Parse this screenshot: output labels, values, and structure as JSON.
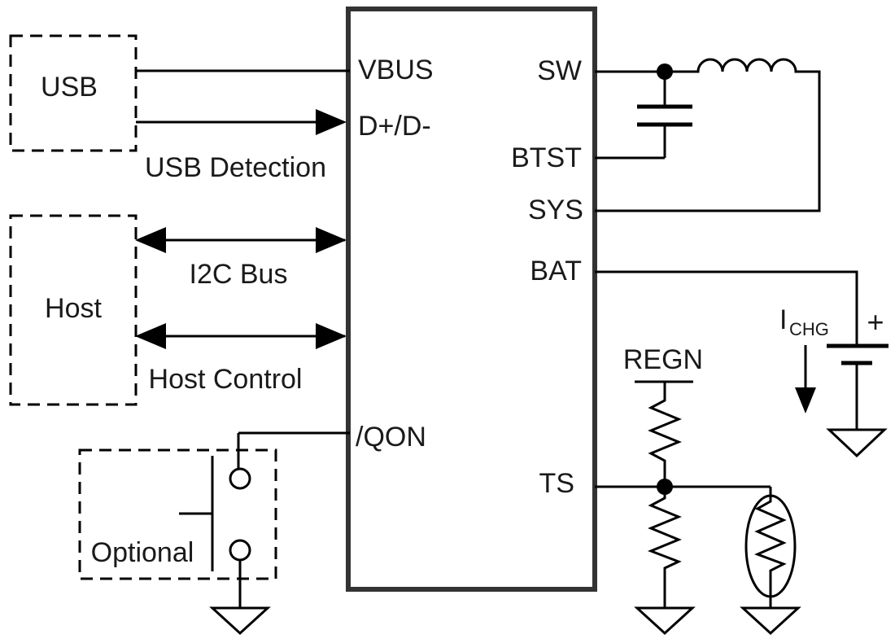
{
  "colors": {
    "background": "#ffffff",
    "wire": "#000000",
    "ic_border": "#333333",
    "text": "#1a1a1a"
  },
  "ic": {
    "left_pins": [
      {
        "label": "VBUS"
      },
      {
        "label": "D+/D-"
      },
      {
        "label": "/QON"
      }
    ],
    "right_pins": [
      {
        "label": "SW"
      },
      {
        "label": "BTST"
      },
      {
        "label": "SYS"
      },
      {
        "label": "BAT"
      },
      {
        "label": "TS"
      }
    ]
  },
  "external_blocks": [
    {
      "label": "USB"
    },
    {
      "label": "Host"
    },
    {
      "label": "Optional"
    }
  ],
  "bus_labels": [
    {
      "label": "USB Detection"
    },
    {
      "label": "I2C Bus"
    },
    {
      "label": "Host Control"
    }
  ],
  "annotations": {
    "regn_net": "REGN",
    "charge_current_symbol": "I",
    "charge_current_subscript": "CHG",
    "battery_positive": "+"
  }
}
